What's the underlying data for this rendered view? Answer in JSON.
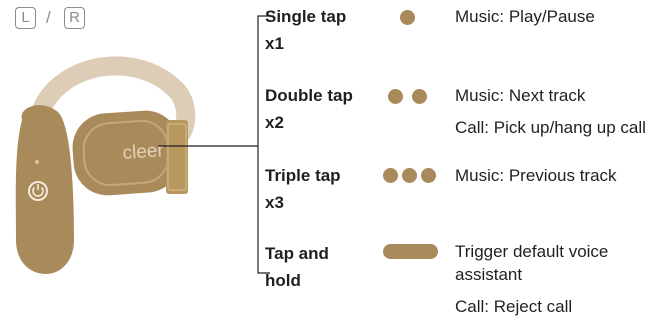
{
  "side_labels": {
    "left": "L",
    "separator": "/",
    "right": "R"
  },
  "colors": {
    "gold": "#a98a5a",
    "band": "#ddccb6",
    "line": "#231f20",
    "outline": "#8c8c8c"
  },
  "earbud": {
    "brand_logo": "cleer",
    "power_icon": "power-icon"
  },
  "gestures": [
    {
      "label": "Single tap",
      "count": "x1",
      "indicator": "dot-1",
      "actions": [
        "Music:  Play/Pause"
      ]
    },
    {
      "label": "Double tap",
      "count": "x2",
      "indicator": "dot-2",
      "actions": [
        "Music: Next track",
        "Call: Pick up/hang up call"
      ]
    },
    {
      "label": "Triple tap",
      "count": "x3",
      "indicator": "dot-3",
      "actions": [
        "Music: Previous track"
      ]
    },
    {
      "label": "Tap and",
      "count": "hold",
      "indicator": "bar",
      "actions": [
        "Trigger default voice",
        "assistant",
        "Call: Reject call"
      ]
    }
  ]
}
